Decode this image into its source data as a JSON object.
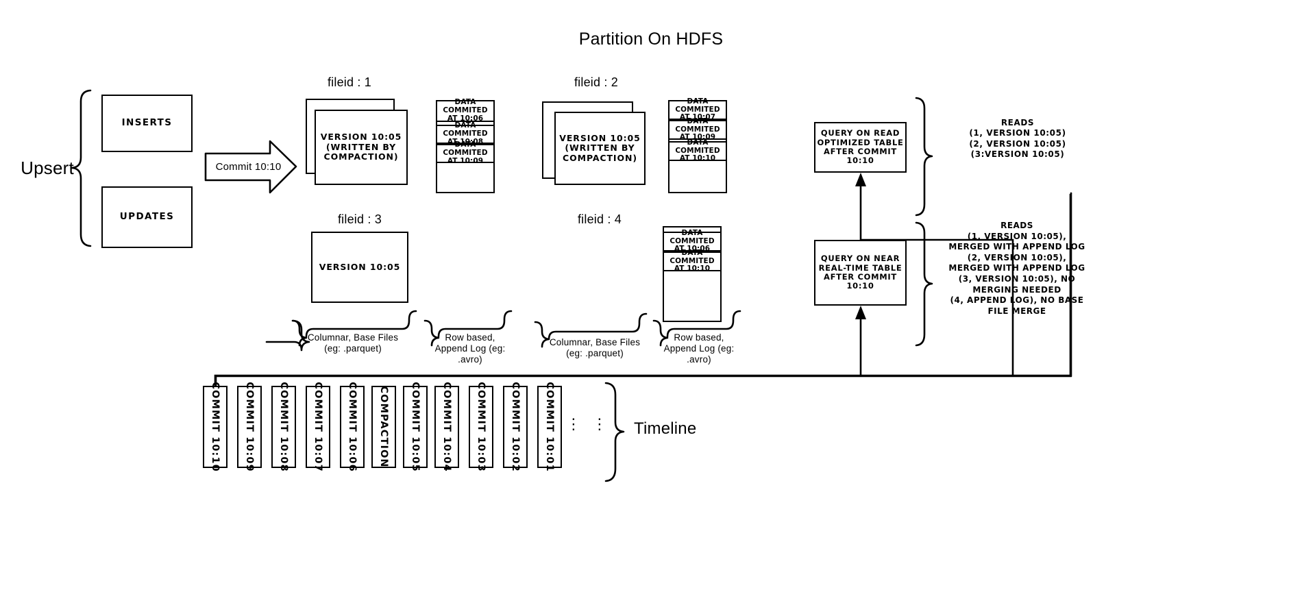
{
  "title": "Partition On HDFS",
  "upsert": {
    "label": "Upsert",
    "inserts_label": "INSERTS",
    "updates_label": "UPDATES"
  },
  "commit_arrow": {
    "label": "Commit 10:10"
  },
  "groups": [
    {
      "fileid_label": "fileid : 1",
      "base_file_text": "VERSION 10:05\n(WRITTEN BY\nCOMPACTION)",
      "stacked": true,
      "log_entries": [
        "DATA COMMITED\nAT 10:06",
        "DATA COMMITED\nAT 10:08",
        "DATA COMMITED\nAT 10:09"
      ]
    },
    {
      "fileid_label": "fileid : 2",
      "base_file_text": "VERSION 10:05\n(WRITTEN BY\nCOMPACTION)",
      "stacked": true,
      "log_entries": [
        "DATA COMMITED\nAT 10:07",
        "DATA COMMITED\nAT 10:09",
        "DATA COMMITED\nAT 10:10"
      ]
    },
    {
      "fileid_label": "fileid : 3",
      "base_file_text": "VERSION 10:05",
      "stacked": false,
      "log_entries": []
    },
    {
      "fileid_label": "fileid : 4",
      "base_file_text": "",
      "stacked": false,
      "log_entries": [
        "DATA COMMITED\nAT 10:06",
        "DATA COMMITED\nAT 10:10"
      ]
    }
  ],
  "brace_captions": {
    "columnar_left": "Columnar, Base Files\n(eg: .parquet)",
    "rowlog_left": "Row based,\nAppend Log  (eg:\n.avro)",
    "columnar_right": "Columnar, Base Files\n(eg: .parquet)",
    "rowlog_right": "Row based,\nAppend Log  (eg:\n.avro)"
  },
  "queries": [
    {
      "box_text": "QUERY ON READ\nOPTIMIZED TABLE\nAFTER COMMIT\n10:10",
      "reads_text": "READS\n(1, VERSION 10:05)\n(2, VERSION 10:05)\n(3:VERSION 10:05)"
    },
    {
      "box_text": "QUERY ON NEAR\nREAL-TIME TABLE\nAFTER COMMIT\n10:10",
      "reads_text": "READS\n(1, VERSION 10:05),\nMERGED WITH APPEND LOG\n(2, VERSION 10:05),\nMERGED WITH APPEND LOG\n(3, VERSION 10:05), NO\nMERGING NEEDED\n(4, APPEND LOG), NO BASE\nFILE MERGE"
    }
  ],
  "timeline": {
    "label": "Timeline",
    "ellipsis_1": "⋮",
    "ellipsis_2": "⋮",
    "chips": [
      "COMMIT  10:10",
      "COMMIT  10:09",
      "COMMIT  10:08",
      "COMMIT  10:07",
      "COMMIT  10:06",
      "COMPACTION",
      "COMMIT  10:05",
      "COMMIT  10:04",
      "COMMIT  10:03",
      "COMMIT  10:02",
      "COMMIT  10:01"
    ]
  },
  "colors": {
    "ink": "#000000",
    "paper": "#ffffff"
  }
}
